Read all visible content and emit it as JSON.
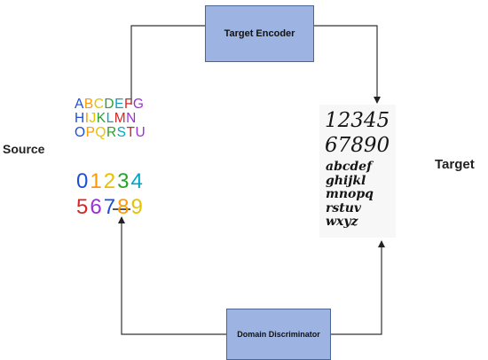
{
  "title": "",
  "nodes": {
    "target_encoder": "Target Encoder",
    "domain_discriminator": "Domain Discriminator"
  },
  "labels": {
    "source": "Source",
    "target": "Target"
  },
  "source_image": {
    "letter_rows": [
      "ABCDEFG",
      "HIJKLMN",
      "OPQRSTU"
    ],
    "digit_rows": [
      "01234",
      "56789"
    ],
    "colors": [
      "#1d4ed8",
      "#d62728",
      "#2ca02c",
      "#ff9900",
      "#9b30d9",
      "#00a6c8",
      "#e6c200"
    ]
  },
  "target_image": {
    "digit_rows": [
      "12345",
      "67890"
    ],
    "letter_rows": [
      "abcdef",
      "ghijkl",
      "mnopq",
      "rstuv",
      "wxyz"
    ]
  },
  "colors": {
    "box_fill": "#9db4e3",
    "box_border": "#4b6596",
    "line": "#333333"
  }
}
